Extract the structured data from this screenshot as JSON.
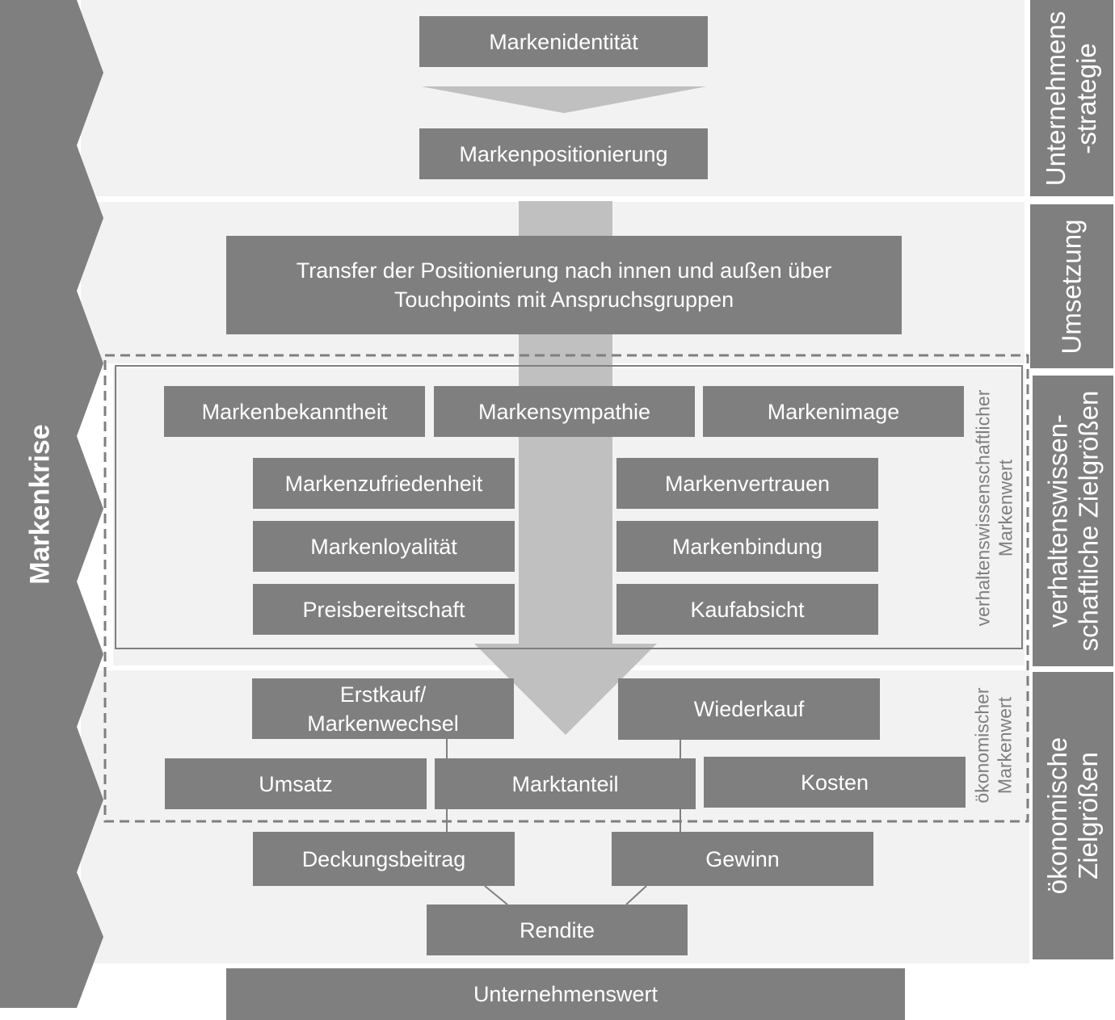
{
  "left_arrow": {
    "label": "Markenkrise"
  },
  "sections": {
    "unternehmensstrategie": "Unternehmens\n-strategie",
    "umsetzung": "Umsetzung",
    "verhaltenswissenschaftlich": "verhaltenswissen-\nschaftliche Zielgrößen",
    "oekonomisch": "ökonomische\nZielgrößen"
  },
  "group_labels": {
    "verhaltenswissenschaftlicher_markenwert": "verhaltenswissenschaftlicher\nMarkenwert",
    "oekonomischer_markenwert": "ökonomischer\nMarkenwert"
  },
  "boxes": {
    "markenidentitaet": "Markenidentität",
    "markenpositionierung": "Markenpositionierung",
    "transfer": "Transfer der Positionierung nach innen und außen über\nTouchpoints mit Anspruchsgruppen",
    "markenbekanntheit": "Markenbekanntheit",
    "markensympathie": "Markensympathie",
    "markenimage": "Markenimage",
    "markenzufriedenheit": "Markenzufriedenheit",
    "markenvertrauen": "Markenvertrauen",
    "markenloyalitaet": "Markenloyalität",
    "markenbindung": "Markenbindung",
    "preisbereitschaft": "Preisbereitschaft",
    "kaufabsicht": "Kaufabsicht",
    "erstkauf": "Erstkauf/\nMarkenwechsel",
    "wiederkauf": "Wiederkauf",
    "umsatz": "Umsatz",
    "marktanteil": "Marktanteil",
    "kosten": "Kosten",
    "deckungsbeitrag": "Deckungsbeitrag",
    "gewinn": "Gewinn",
    "rendite": "Rendite",
    "unternehmenswert": "Unternehmenswert"
  },
  "colors": {
    "box_fill": "#7f7f7f",
    "band_fill": "#f2f2f2",
    "arrow_fill": "#c0c0c0",
    "text_on_box": "#ffffff"
  }
}
